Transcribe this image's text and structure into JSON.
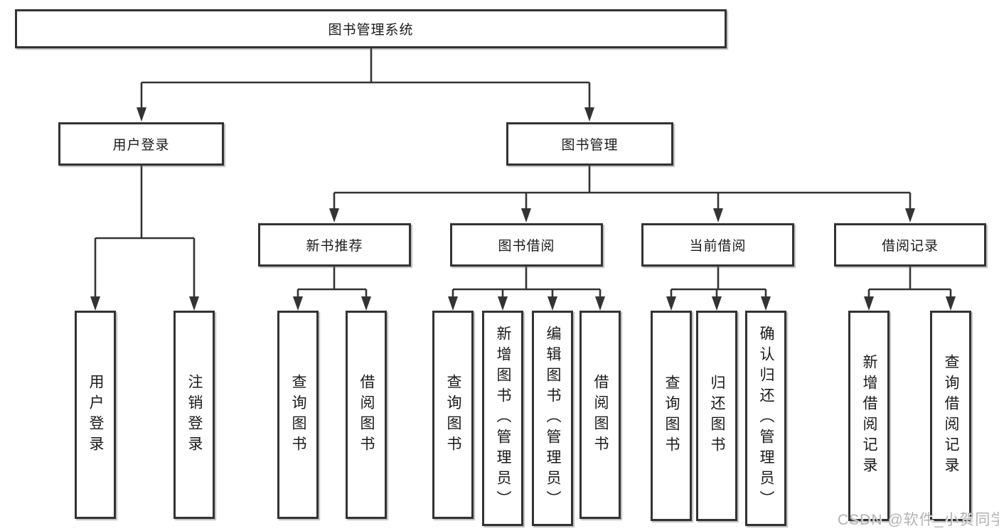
{
  "diagram": {
    "title": "图书管理系统",
    "root": {
      "label": "图书管理系统"
    },
    "level2": [
      {
        "label": "用户登录"
      },
      {
        "label": "图书管理"
      }
    ],
    "level3": [
      {
        "label": "新书推荐"
      },
      {
        "label": "图书借阅"
      },
      {
        "label": "当前借阅"
      },
      {
        "label": "借阅记录"
      }
    ],
    "leaves": [
      {
        "label": "用户登录",
        "parent": "用户登录"
      },
      {
        "label": "注销登录",
        "parent": "用户登录"
      },
      {
        "label": "查询图书",
        "parent": "新书推荐"
      },
      {
        "label": "借阅图书",
        "parent": "新书推荐"
      },
      {
        "label": "查询图书",
        "parent": "图书借阅"
      },
      {
        "label": "新增图书（管理员）",
        "parent": "图书借阅"
      },
      {
        "label": "编辑图书（管理员）",
        "parent": "图书借阅"
      },
      {
        "label": "借阅图书",
        "parent": "图书借阅"
      },
      {
        "label": "查询图书",
        "parent": "当前借阅"
      },
      {
        "label": "归还图书",
        "parent": "当前借阅"
      },
      {
        "label": "确认归还（管理员）",
        "parent": "当前借阅"
      },
      {
        "label": "新增借阅记录",
        "parent": "借阅记录"
      },
      {
        "label": "查询借阅记录",
        "parent": "借阅记录"
      }
    ],
    "colors": {
      "line": "#333333",
      "border": "#333333",
      "text": "#1a1a1a",
      "background": "#ffffff",
      "watermark_gray": "#b3b3b3"
    }
  },
  "watermark": {
    "text": "CSDN @软件_小贺同学"
  }
}
